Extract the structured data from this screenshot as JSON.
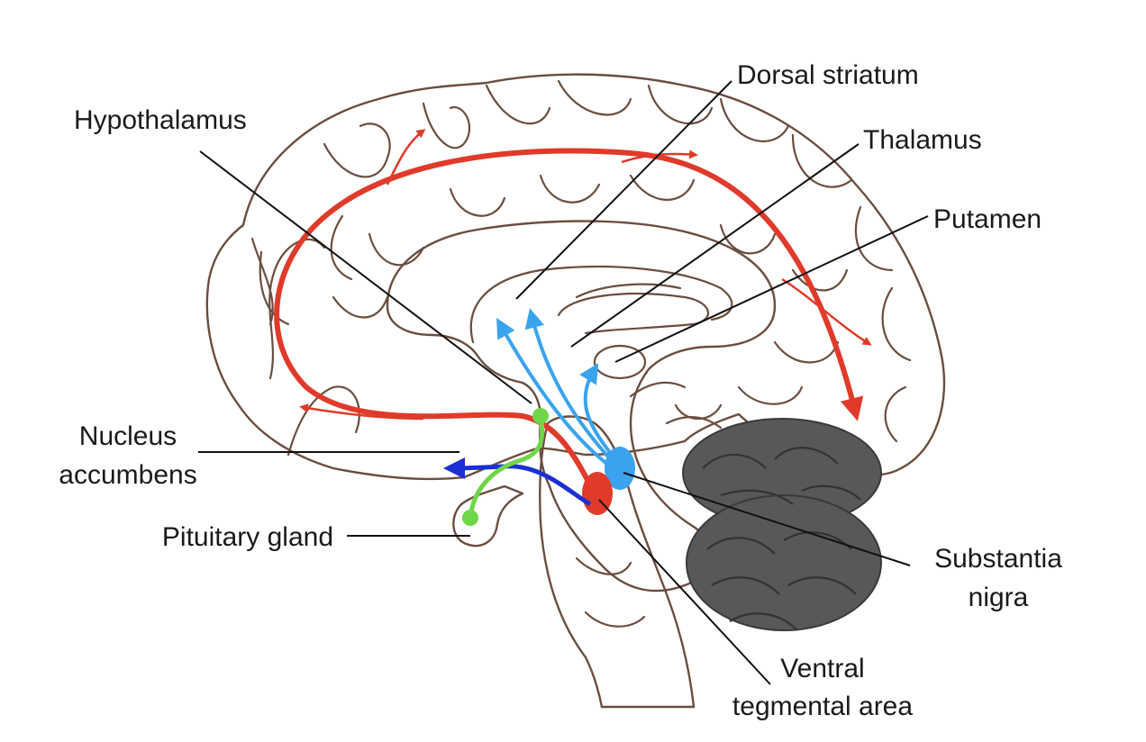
{
  "labels": {
    "hypothalamus": "Hypothalamus",
    "dorsal_striatum": "Dorsal striatum",
    "thalamus": "Thalamus",
    "putamen": "Putamen",
    "nucleus_accumbens_line1": "Nucleus",
    "nucleus_accumbens_line2": "accumbens",
    "pituitary_gland": "Pituitary gland",
    "substantia_nigra_line1": "Substantia",
    "substantia_nigra_line2": "nigra",
    "vta_line1": "Ventral",
    "vta_line2": "tegmental area"
  },
  "colors": {
    "cortex_fill": "#ffffff",
    "outline": "#6b4d3e",
    "subcortical_fill": "#e6cfc3",
    "brainstem_fill": "#b9b9b9",
    "cerebellum_fill": "#585858",
    "mesocortical_pathway": "#e03a2a",
    "nigrostriatal_pathway": "#3aa3ee",
    "mesolimbic_pathway": "#1c2fd6",
    "tuberoinfundibular_pathway": "#6fd64a"
  }
}
